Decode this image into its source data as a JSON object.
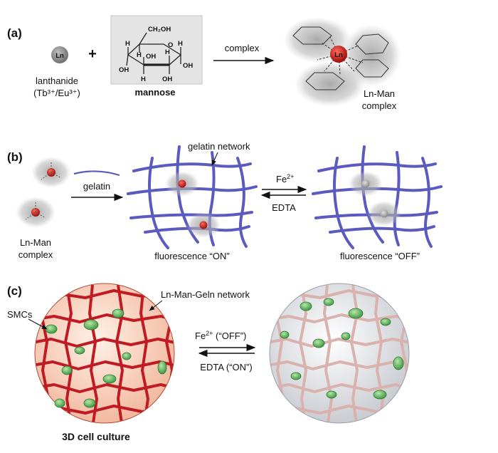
{
  "panel_a": {
    "label": "(a)",
    "ion_symbol": "Ln",
    "plus": "+",
    "lanthanide_label": "lanthanide",
    "lanthanide_ions": "(Tb³⁺/Eu³⁺)",
    "mannose_label": "mannose",
    "mannose_atoms": {
      "ch2oh": "CH₂OH",
      "h": "H",
      "o": "O",
      "oh": "OH"
    },
    "arrow_label": "complex",
    "complex_center": "Ln",
    "product_line1": "Ln-Man",
    "product_line2": "complex"
  },
  "panel_b": {
    "label": "(b)",
    "complex_line1": "Ln-Man",
    "complex_line2": "complex",
    "arrow_label": "gelatin",
    "network_label": "gelatin network",
    "forward_reagent": "Fe",
    "forward_sup": "2+",
    "reverse_reagent": "EDTA",
    "state_on": "fluorescence “ON”",
    "state_off": "fluorescence “OFF”"
  },
  "panel_c": {
    "label": "(c)",
    "cells_label": "SMCs",
    "network_label": "Ln-Man-Geln network",
    "forward_reagent": "Fe",
    "forward_sup": "2+",
    "forward_state": " (“OFF”)",
    "reverse_label": "EDTA (“ON”)",
    "caption": "3D cell culture"
  },
  "colors": {
    "ion": "#808080",
    "ln_center": "#c81616",
    "gelatin": "#5b5bbf",
    "network_on": "#c01a22",
    "network_off": "#d9b2ae",
    "cells": "#6dbf66"
  }
}
